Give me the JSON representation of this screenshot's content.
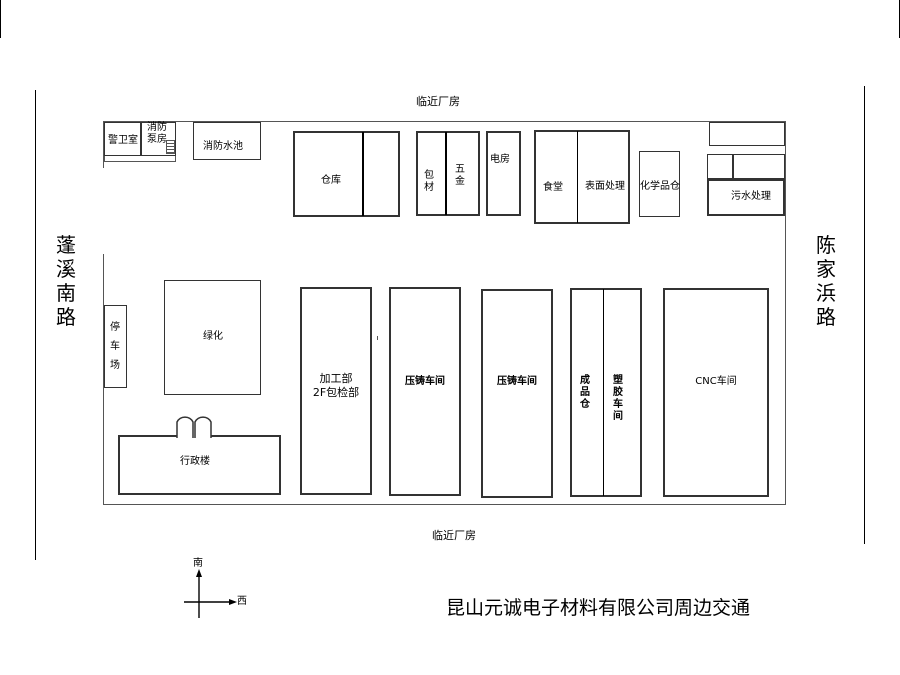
{
  "surroundings": {
    "top": "临近厂房",
    "bottom": "临近厂房",
    "left": "蓬溪南路",
    "right": "陈家浜路"
  },
  "buildings": {
    "guard_room": "警卫室",
    "fire_pump_room": "消防泵房",
    "fire_pool": "消防水池",
    "warehouse": "仓库",
    "packaging": "包材",
    "hardware": "五金",
    "power_room": "电房",
    "canteen": "食堂",
    "surface_treatment": "表面处理",
    "chemicals_warehouse": "化学品仓",
    "sewage_treatment": "污水处理",
    "parking": "停车场",
    "greening": "绿化",
    "admin_building": "行政楼",
    "processing_line1": "加工部",
    "processing_line2": "2F包检部",
    "die_casting_1": "压铸车间",
    "die_casting_2": "压铸车间",
    "finished_goods": "成品仓",
    "plastic_workshop": "塑胶车间",
    "cnc_workshop": "CNC车间"
  },
  "compass": {
    "south": "南",
    "west": "西"
  },
  "title": "昆山元诚电子材料有限公司周边交通"
}
